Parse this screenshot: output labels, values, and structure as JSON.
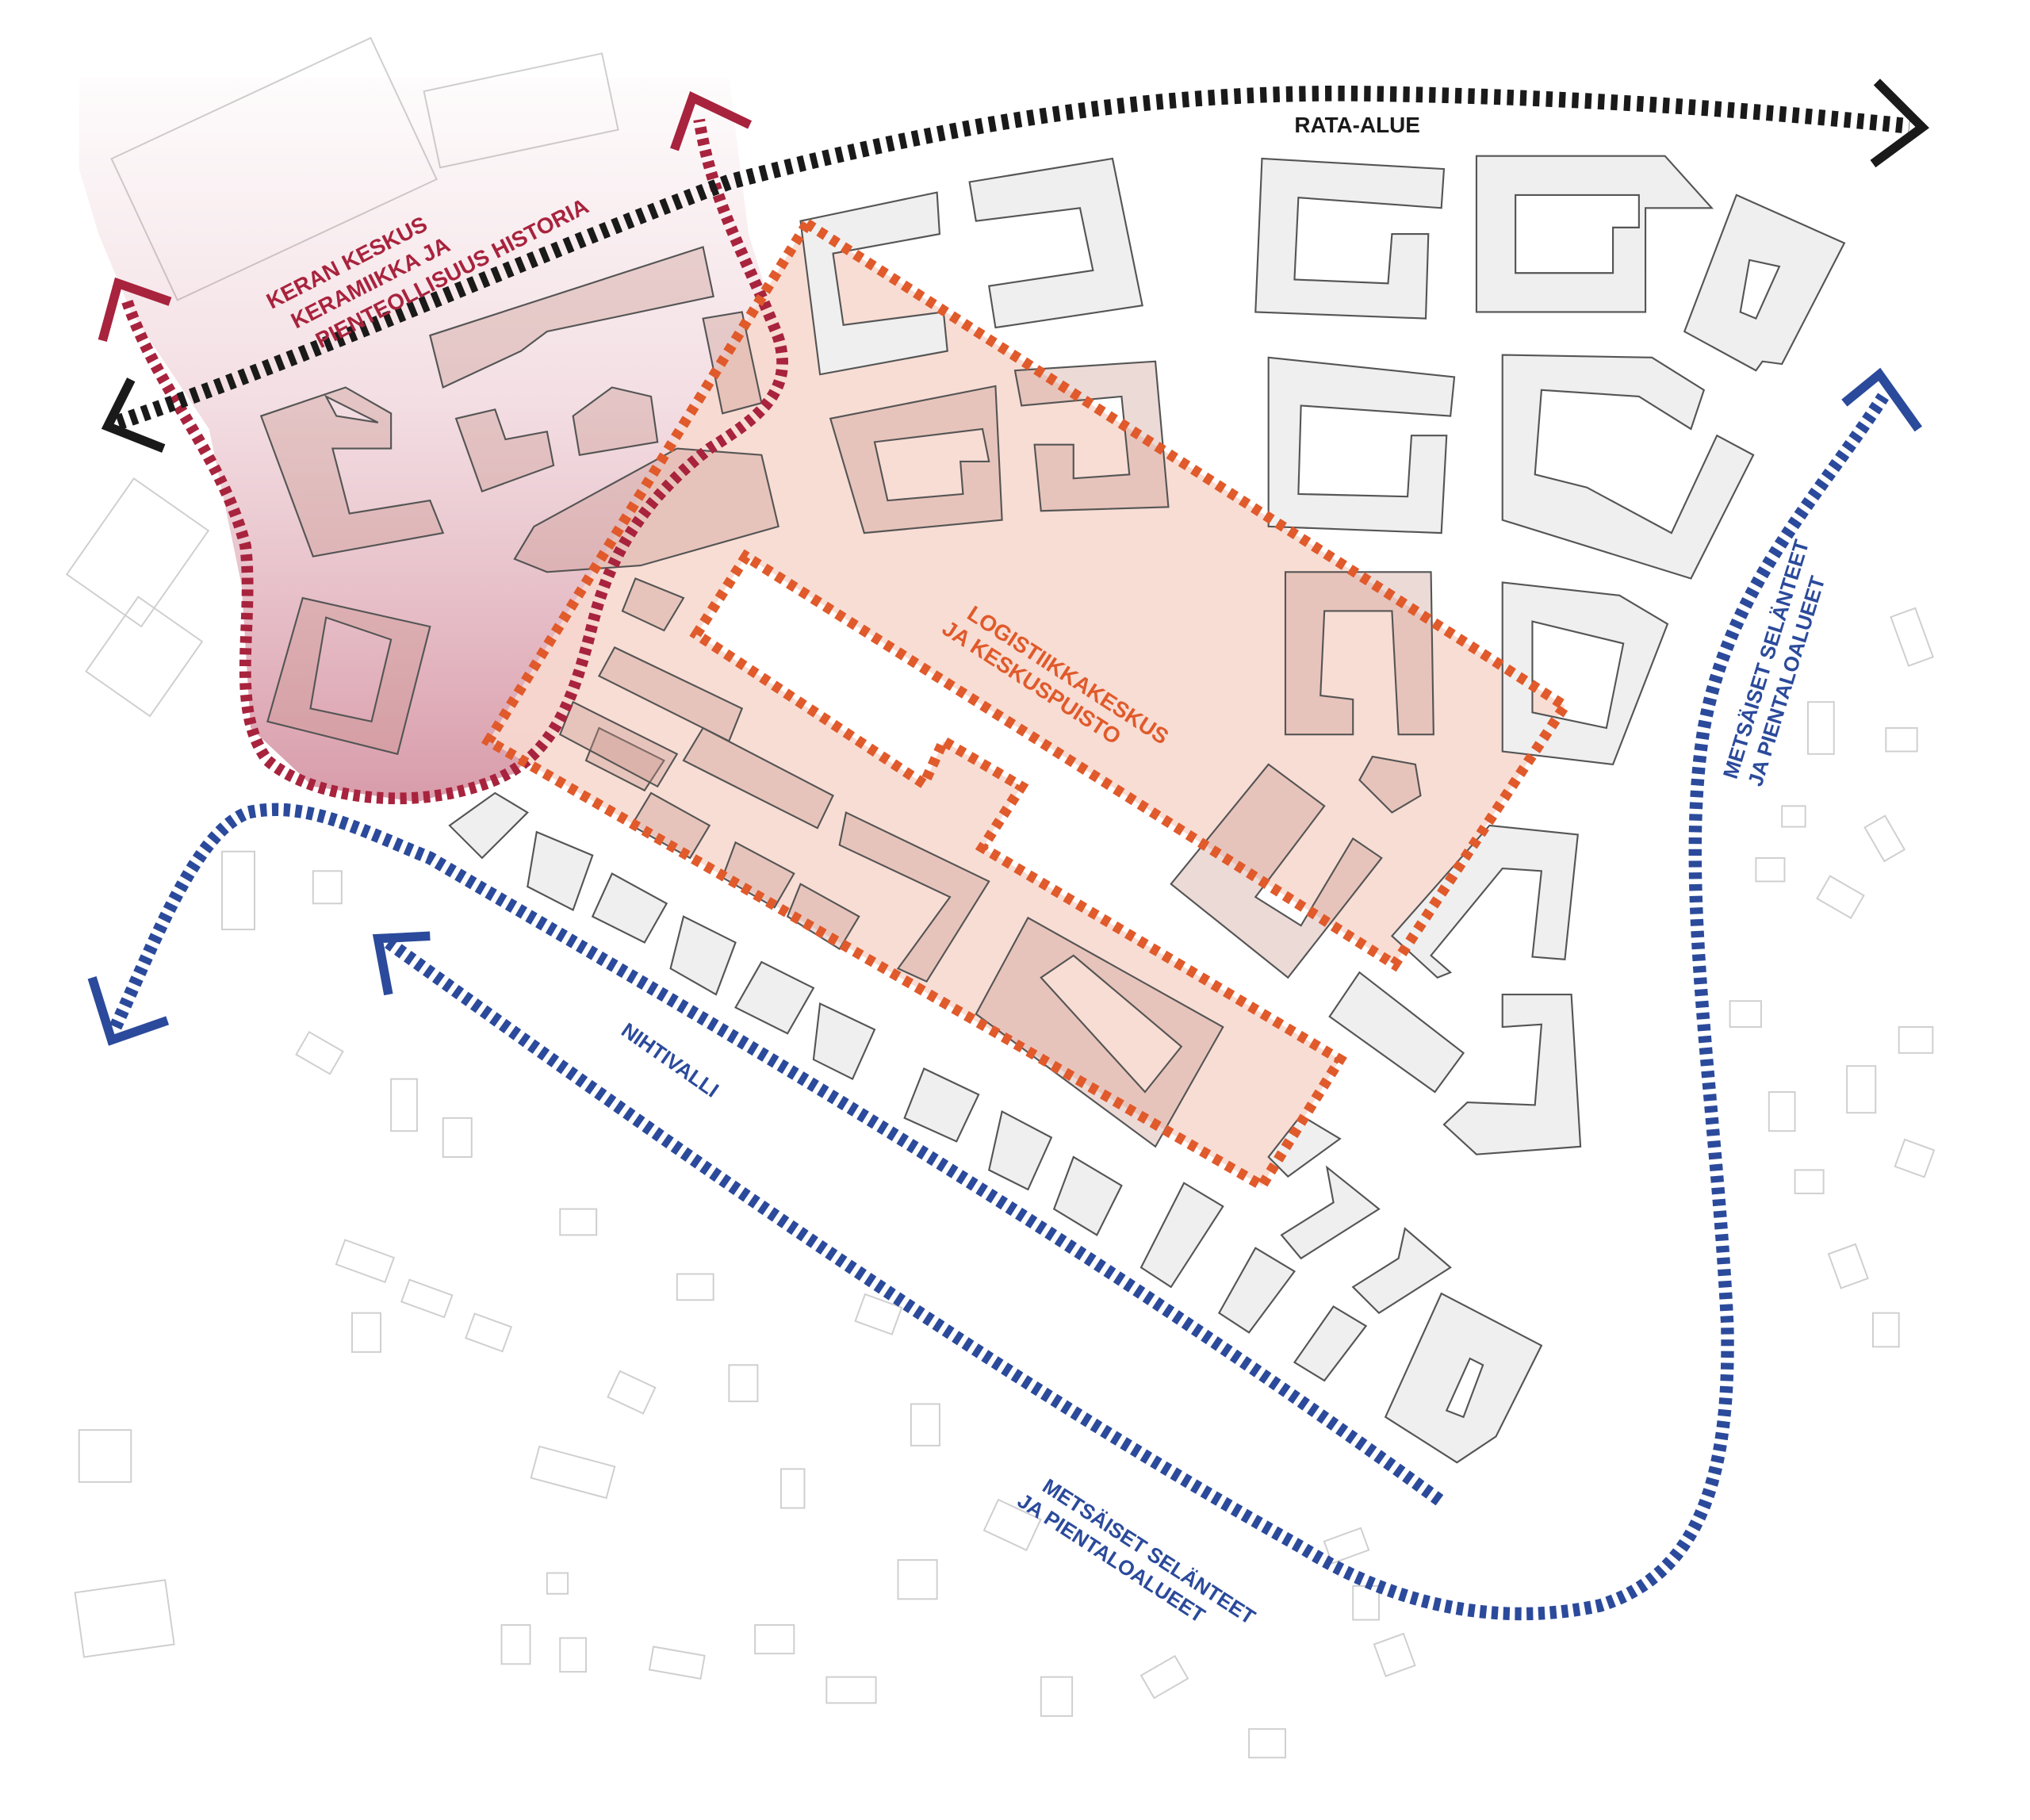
{
  "colors": {
    "red_zone": "#a8233d",
    "orange_zone": "#e05a2b",
    "blue_route": "#2b4a9b",
    "rail": "#1a1a1a",
    "building_fill": "#efefef",
    "orange_fill": "#f7d9cf"
  },
  "labels": {
    "rail": "RATA-ALUE",
    "kera_line1": "KERAN KESKUS",
    "kera_line2": "KERAMIIKKA JA",
    "kera_line3": "PIENTEOLLISUUS HISTORIA",
    "logistics_line1": "LOGISTIIKKAKESKUS",
    "logistics_line2": "JA KESKUSPUISTO",
    "nihtivalli": "NIHTIVALLI",
    "forest_south_line1": "METSÄISET SELÄNTEET",
    "forest_south_line2": "JA PIENTALOALUEET",
    "forest_east_line1": "METSÄISET SELÄNTEET",
    "forest_east_line2": "JA PIENTALOALUEET"
  }
}
